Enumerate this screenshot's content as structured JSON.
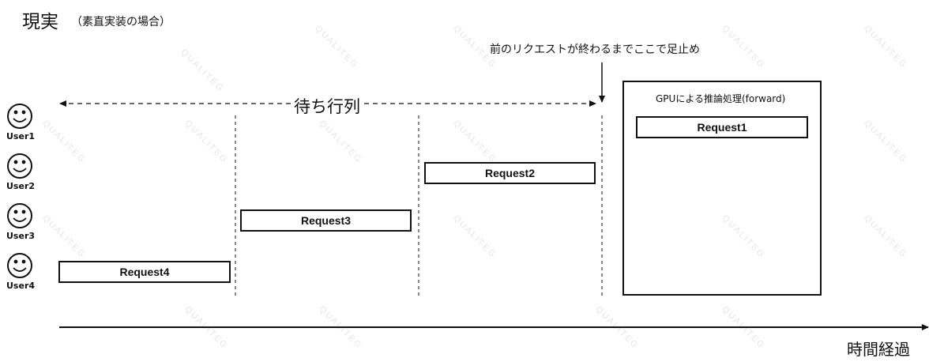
{
  "diagram": {
    "title": "現実",
    "subtitle": "（素直実装の場合）",
    "note": "前のリクエストが終わるまでここで足止め",
    "queue_label": "待ち行列",
    "time_label": "時間経過",
    "gpu_label": "GPUによる推論処理(forward)",
    "watermark": "QUALITEG",
    "users": [
      {
        "label": "User1",
        "icon": "smiley-face-icon"
      },
      {
        "label": "User2",
        "icon": "smiley-face-icon"
      },
      {
        "label": "User3",
        "icon": "smiley-face-icon"
      },
      {
        "label": "User4",
        "icon": "smiley-face-icon"
      }
    ],
    "requests": {
      "r1": "Request1",
      "r2": "Request2",
      "r3": "Request3",
      "r4": "Request4"
    }
  }
}
